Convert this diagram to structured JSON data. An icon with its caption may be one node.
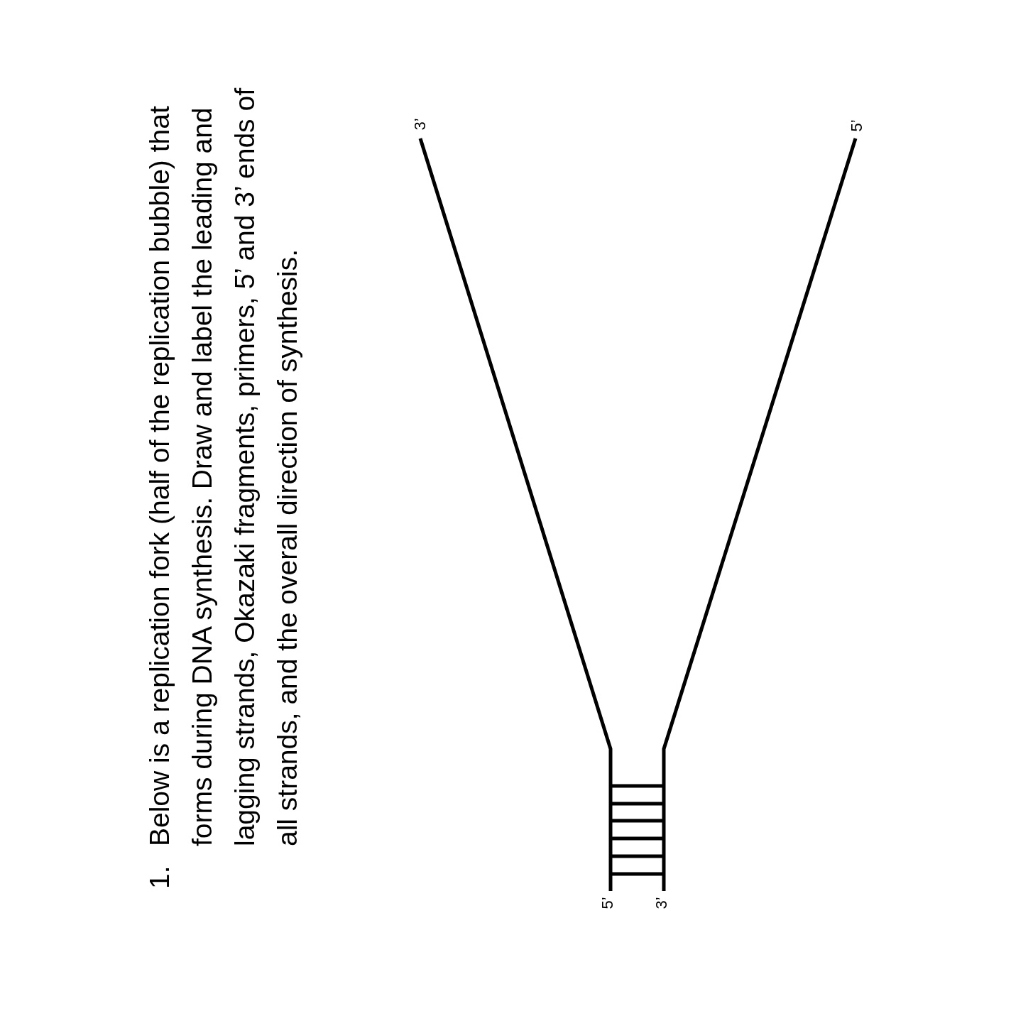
{
  "diagram": {
    "labels": [
      "1.",
      "Below is a replication fork (half of the replication bubble) that forms during DNA synthesis. Draw and label the leading and lagging strands, Okazaki fragments, primers, 5’ and 3’ ends of all strands, and the overall direction of synthesis.",
      "3’",
      "5’",
      "5’",
      "3’"
    ]
  }
}
